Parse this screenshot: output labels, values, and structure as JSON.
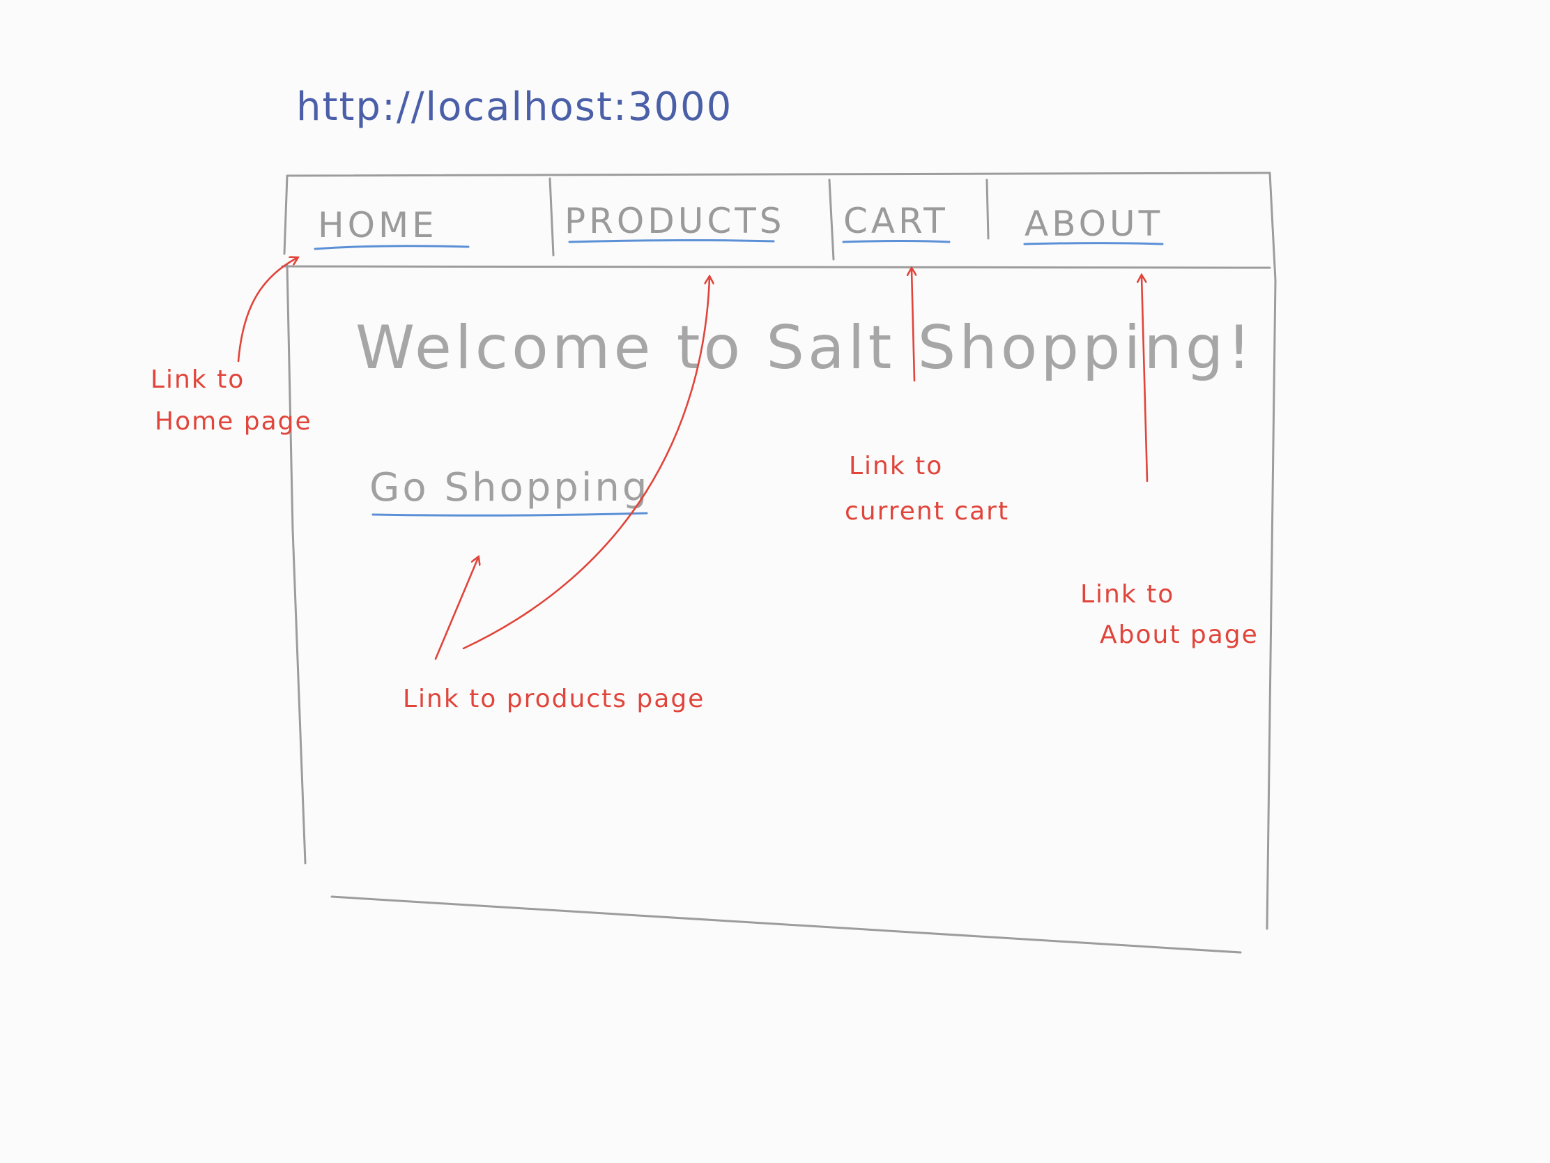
{
  "url_label": "http://localhost:3000",
  "nav": {
    "items": [
      {
        "label": "HOME"
      },
      {
        "label": "PRODUCTS"
      },
      {
        "label": "CART"
      },
      {
        "label": "ABOUT"
      }
    ]
  },
  "main": {
    "heading": "Welcome to Salt Shopping!",
    "go_shopping": "Go Shopping"
  },
  "annotations": {
    "home": [
      "Link to",
      "Home page"
    ],
    "products": "Link to products page",
    "cart": [
      "Link to",
      "current cart"
    ],
    "about": [
      "Link to",
      "About page"
    ]
  },
  "colors": {
    "pencil_gray": "#9c9c9c",
    "link_underline": "#5b8fd6",
    "annotation": "#e0443a",
    "url": "#4a5fa8"
  }
}
